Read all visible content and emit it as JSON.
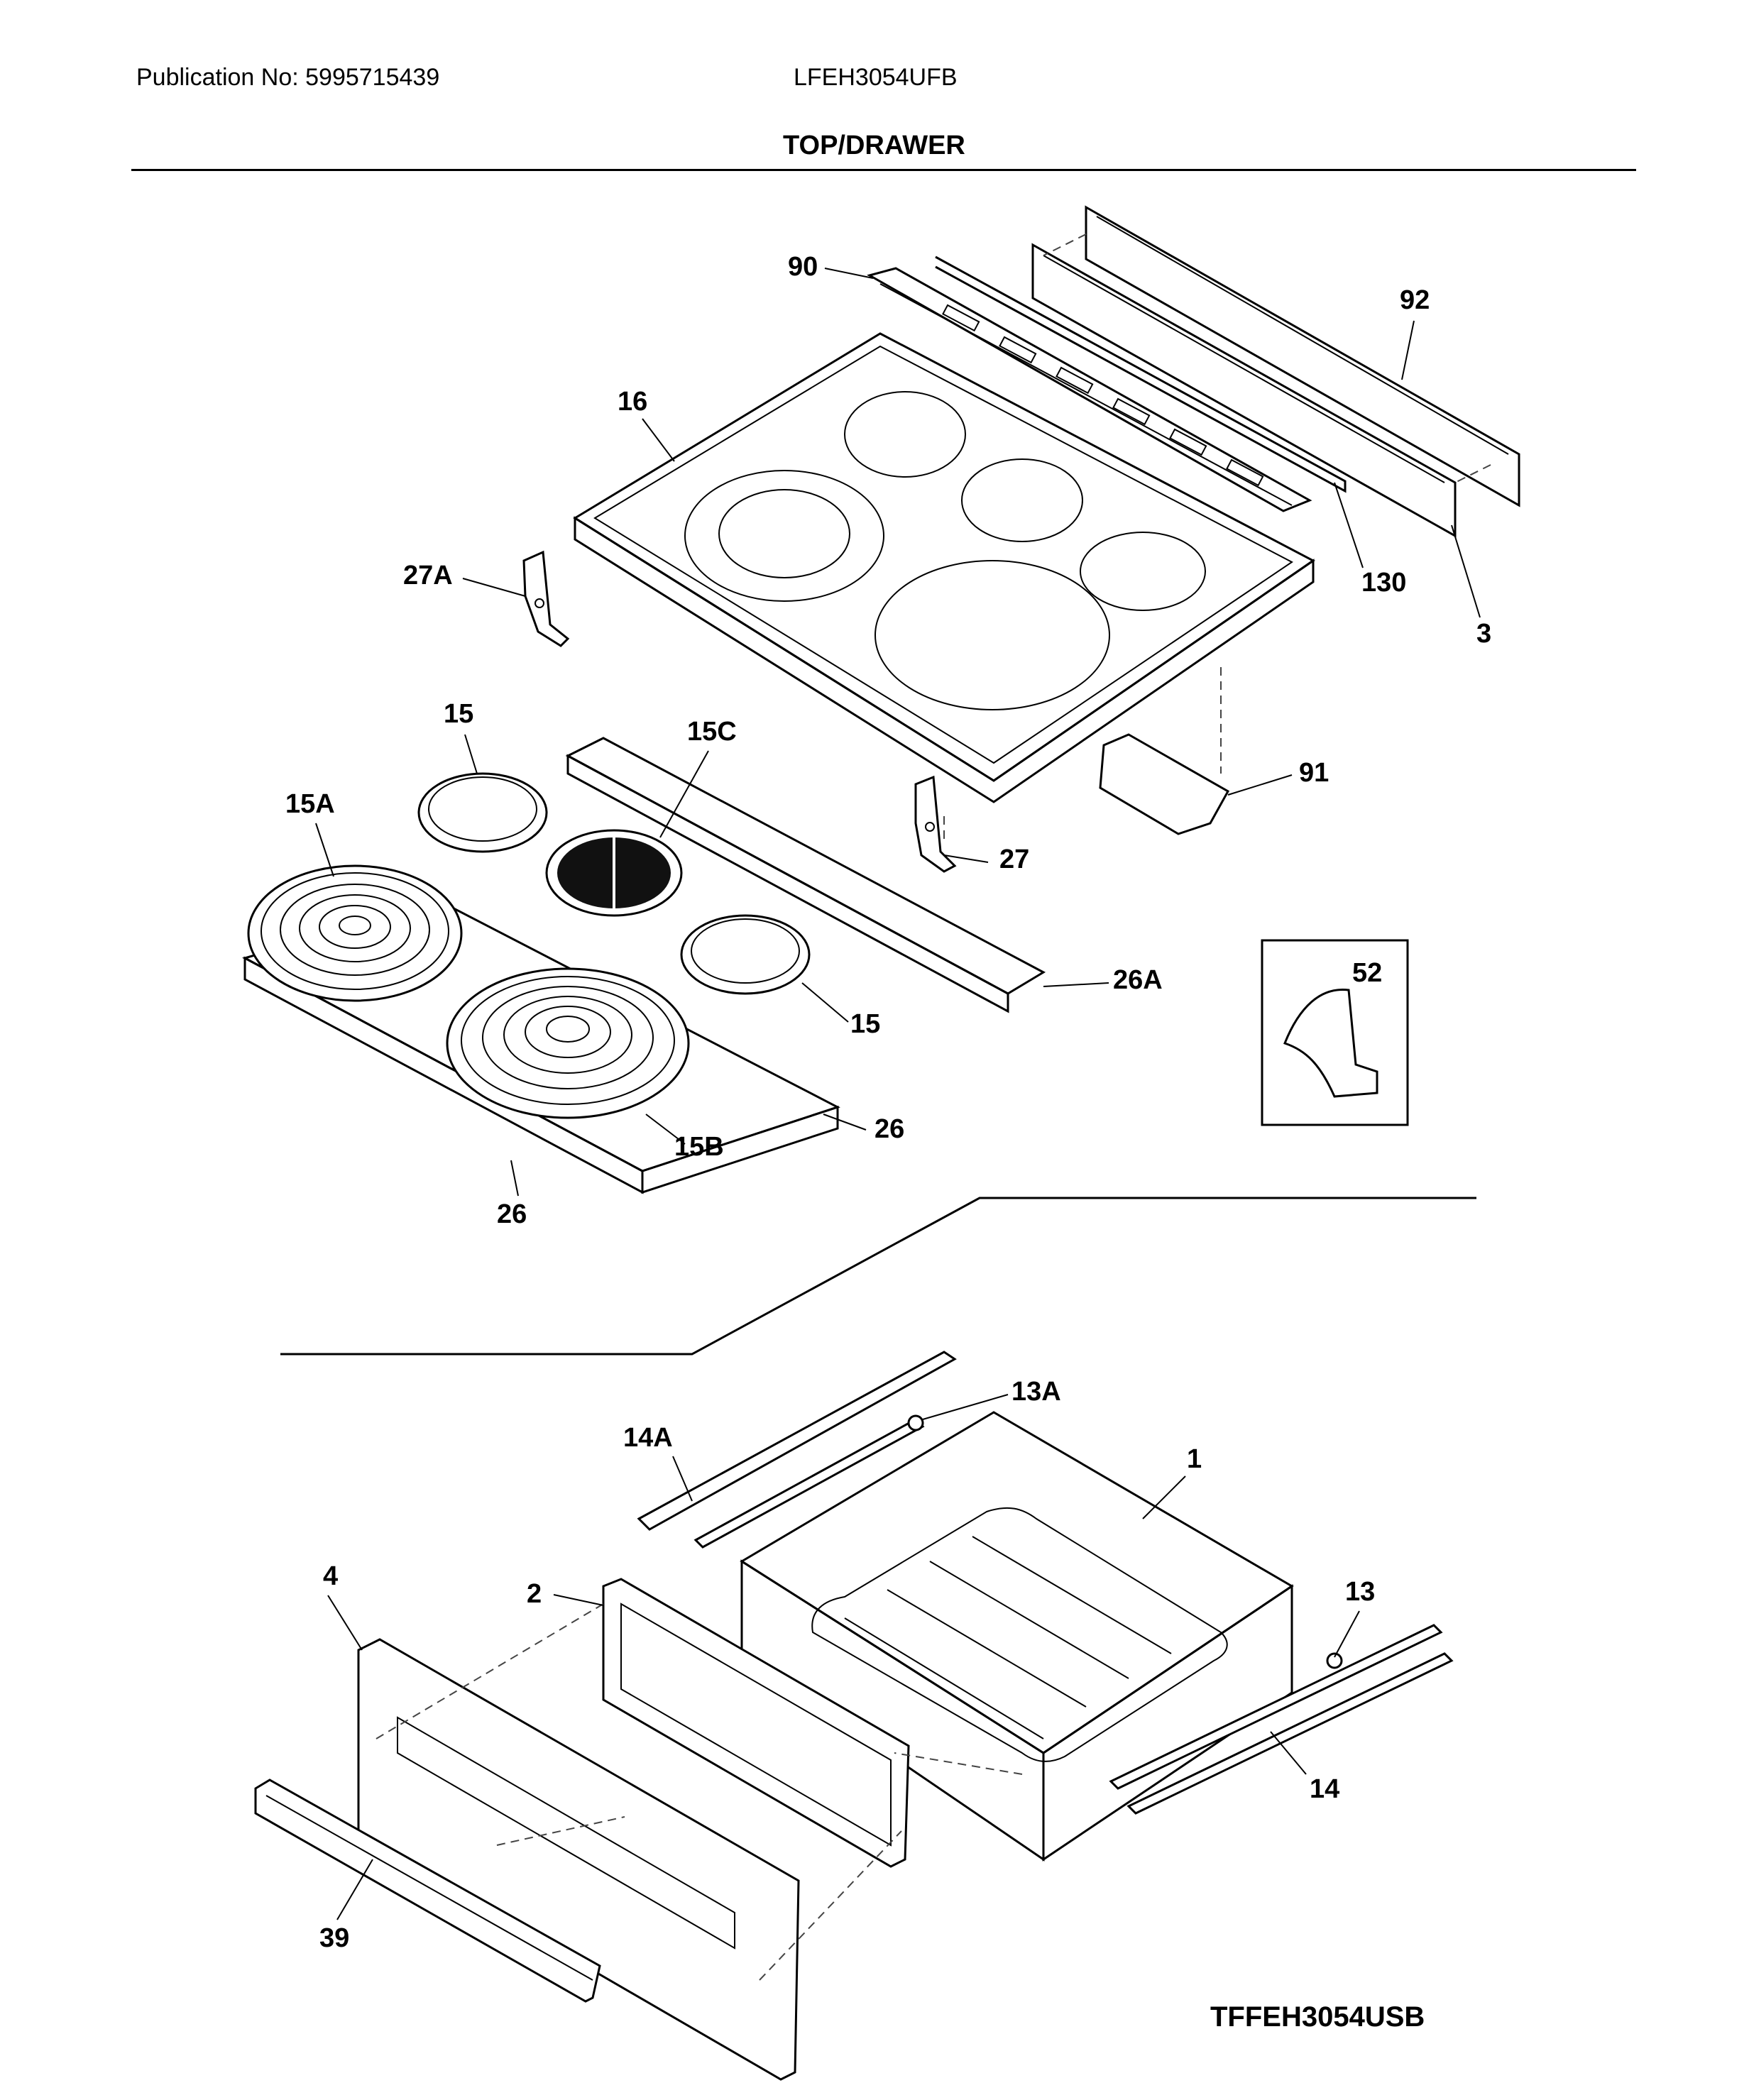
{
  "header": {
    "publication": "Publication No: 5995715439",
    "model": "LFEH3054UFB"
  },
  "section_title": "TOP/DRAWER",
  "callouts": {
    "c90": "90",
    "c92": "92",
    "c16": "16",
    "c27a": "27A",
    "c130": "130",
    "c3": "3",
    "c15top": "15",
    "c15c": "15C",
    "c15a": "15A",
    "c91": "91",
    "c27": "27",
    "c26a": "26A",
    "c52": "52",
    "c15right": "15",
    "c26right": "26",
    "c15b": "15B",
    "c26bottom": "26",
    "c13a": "13A",
    "c14a": "14A",
    "c1": "1",
    "c4": "4",
    "c2": "2",
    "c13": "13",
    "c14": "14",
    "c39": "39"
  },
  "footer": "TFFEH3054USB"
}
